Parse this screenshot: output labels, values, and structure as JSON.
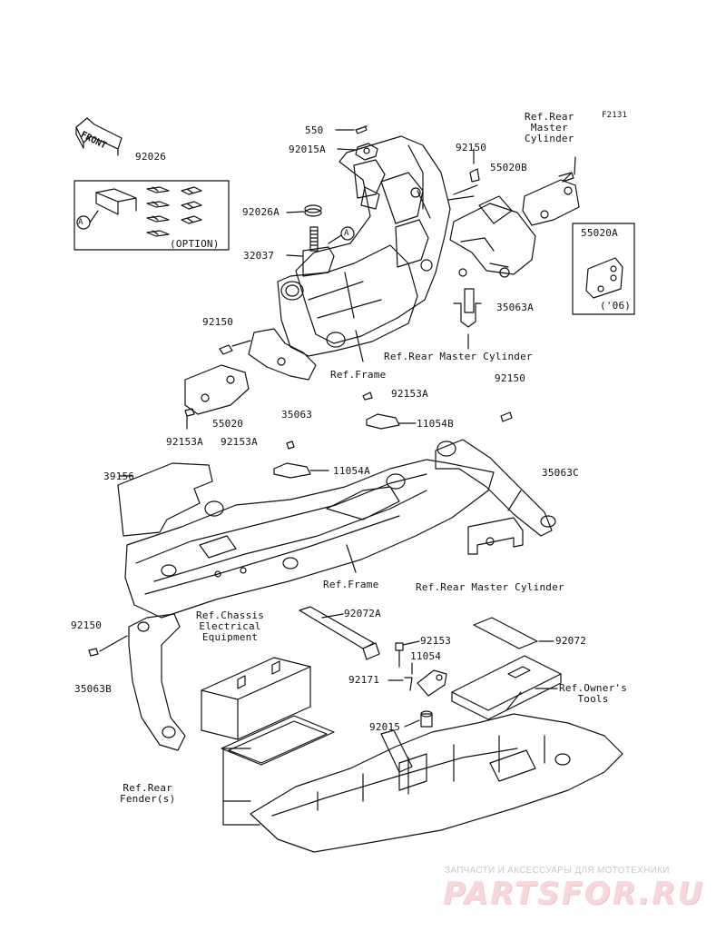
{
  "figure_code": "F2131",
  "front_arrow": "FRONT",
  "watermark": {
    "caption": "ЗАПЧАСТИ И АКСЕССУАРЫ ДЛЯ МОТОТЕХНИКИ",
    "logo": "PARTSFOR.RU"
  },
  "callouts": {
    "c_92026": "92026",
    "c_option": "(OPTION)",
    "c_550": "550",
    "c_92015a": "92015A",
    "c_92026a": "92026A",
    "c_32037": "32037",
    "c_92150_top": "92150",
    "c_55020b": "55020B",
    "c_55020a": "55020A",
    "c_06": "('06)",
    "c_35063a": "35063A",
    "c_92150_l": "92150",
    "c_55020": "55020",
    "c_35063": "35063",
    "c_92153a_1": "92153A",
    "c_92153a_2": "92153A",
    "c_92153a_3": "92153A",
    "c_11054b": "11054B",
    "c_92150_r": "92150",
    "c_11054a": "11054A",
    "c_39156": "39156",
    "c_35063c": "35063C",
    "c_92150_ll": "92150",
    "c_35063b": "35063B",
    "c_92072a": "92072A",
    "c_92153": "92153",
    "c_11054": "11054",
    "c_92171": "92171",
    "c_92015": "92015",
    "c_92072": "92072",
    "c_a1": "A",
    "c_a2": "A"
  },
  "references": {
    "r_rear_master_cyl_top": "Ref.Rear\nMaster\nCylinder",
    "r_rear_master_cyl_mid": "Ref.Rear Master Cylinder",
    "r_frame_1": "Ref.Frame",
    "r_frame_2": "Ref.Frame",
    "r_rear_master_cyl_low": "Ref.Rear Master Cylinder",
    "r_chassis_elec": "Ref.Chassis\nElectrical\nEquipment",
    "r_owners_tools": "Ref.Owner's\nTools",
    "r_rear_fender": "Ref.Rear\nFender(s)"
  }
}
